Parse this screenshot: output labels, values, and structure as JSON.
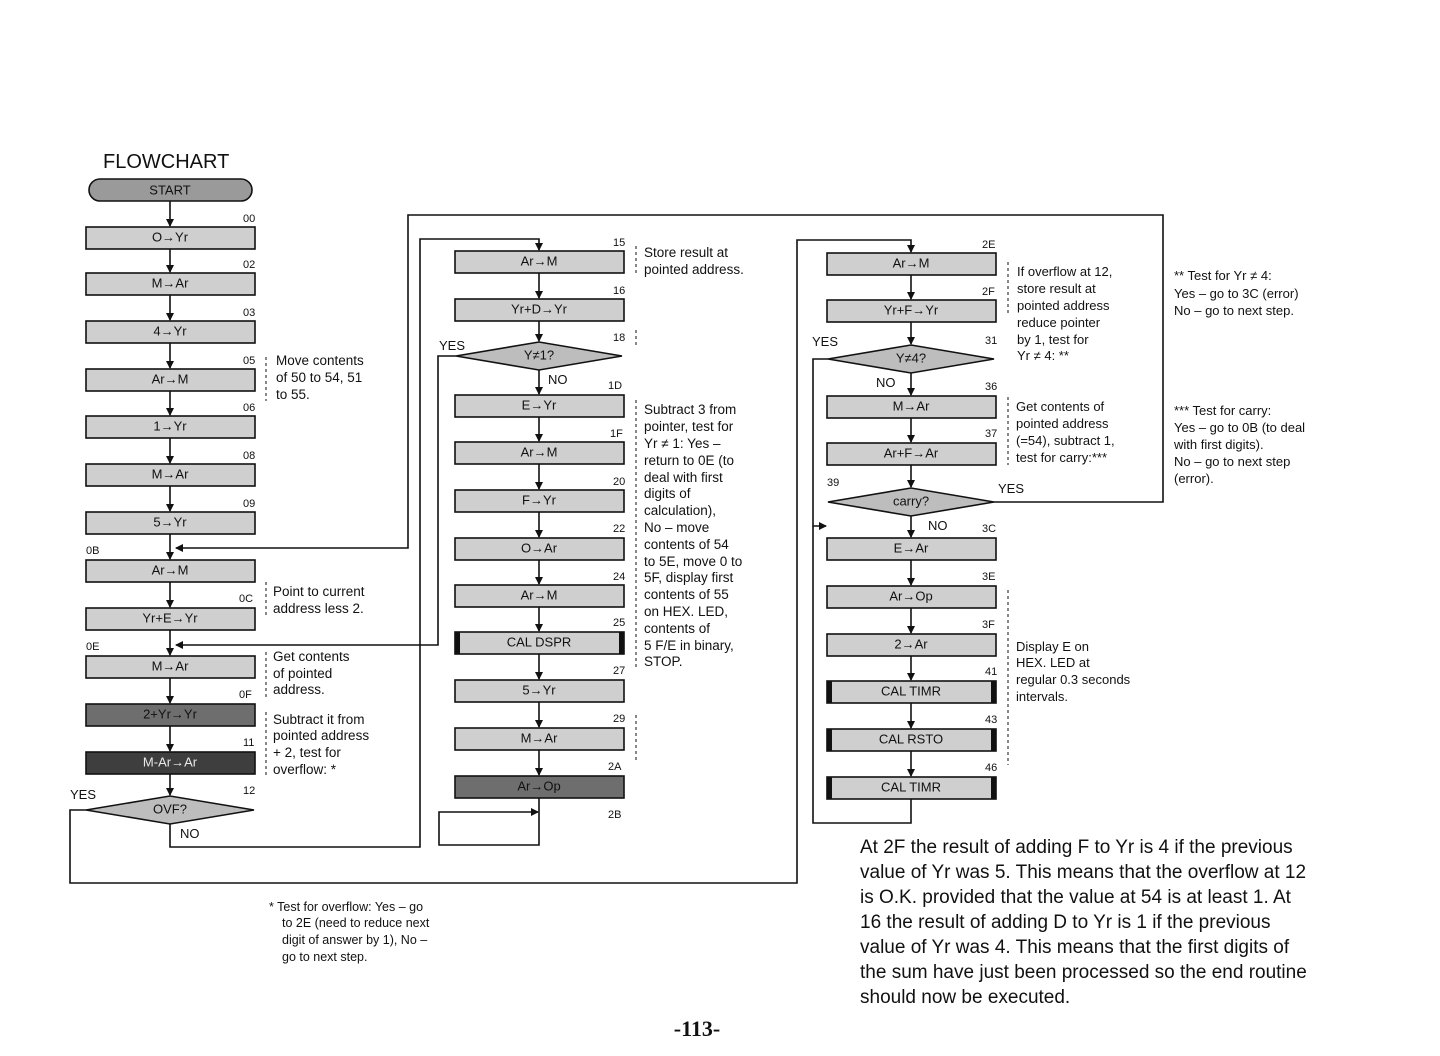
{
  "title": "FLOWCHART",
  "page_number": "-113-",
  "terminal": "START",
  "col1": {
    "steps": [
      {
        "addr": "00",
        "label": "O→Yr"
      },
      {
        "addr": "02",
        "label": "M→Ar"
      },
      {
        "addr": "03",
        "label": "4→Yr"
      },
      {
        "addr": "05",
        "label": "Ar→M"
      },
      {
        "addr": "06",
        "label": "1→Yr"
      },
      {
        "addr": "08",
        "label": "M→Ar"
      },
      {
        "addr": "09",
        "label": "5→Yr"
      },
      {
        "addr": "0B",
        "label": "Ar→M"
      },
      {
        "addr": "0C",
        "label": "Yr+E→Yr"
      },
      {
        "addr": "0E",
        "label": "M→Ar"
      },
      {
        "addr": "0F",
        "label": "2+Yr→Yr"
      },
      {
        "addr": "11",
        "label": "M-Ar→Ar"
      }
    ],
    "decision": {
      "addr": "12",
      "label": "OVF?",
      "yes": "YES",
      "no": "NO"
    }
  },
  "col2": {
    "steps": [
      {
        "addr": "15",
        "label": "Ar→M"
      },
      {
        "addr": "16",
        "label": "Yr+D→Yr"
      },
      {
        "addr": "1D",
        "label": "E→Yr"
      },
      {
        "addr": "1F",
        "label": "Ar→M"
      },
      {
        "addr": "20",
        "label": "F→Yr"
      },
      {
        "addr": "22",
        "label": "O→Ar"
      },
      {
        "addr": "24",
        "label": "Ar→M"
      },
      {
        "addr": "25",
        "label": "CAL DSPR"
      },
      {
        "addr": "27",
        "label": "5→Yr"
      },
      {
        "addr": "29",
        "label": "M→Ar"
      },
      {
        "addr": "2A",
        "label": "Ar→Op"
      }
    ],
    "decision": {
      "addr": "18",
      "label": "Y≠1?",
      "yes": "YES",
      "no": "NO"
    },
    "end_addr": "2B"
  },
  "col3": {
    "steps": [
      {
        "addr": "2E",
        "label": "Ar→M"
      },
      {
        "addr": "2F",
        "label": "Yr+F→Yr"
      },
      {
        "addr": "36",
        "label": "M→Ar"
      },
      {
        "addr": "37",
        "label": "Ar+F→Ar"
      },
      {
        "addr": "3C",
        "label": "E→Ar"
      },
      {
        "addr": "3E",
        "label": "Ar→Op"
      },
      {
        "addr": "3F",
        "label": "2→Ar"
      },
      {
        "addr": "41",
        "label": "CAL TIMR"
      },
      {
        "addr": "43",
        "label": "CAL RSTO"
      },
      {
        "addr": "46",
        "label": "CAL TIMR"
      }
    ],
    "decision1": {
      "addr": "31",
      "label": "Y≠4?",
      "yes": "YES",
      "no": "NO"
    },
    "decision2": {
      "addr": "39",
      "label": "carry?",
      "yes": "YES",
      "no": "NO"
    }
  },
  "notes": {
    "move": [
      "Move contents",
      "of 50 to 54, 51",
      "to 55."
    ],
    "point": [
      "Point to current",
      "address less 2."
    ],
    "get": [
      "Get contents",
      "of pointed",
      "address."
    ],
    "subtract": [
      "Subtract it from",
      "pointed address",
      "+ 2, test for",
      "overflow: *"
    ],
    "store": [
      "Store result at",
      "pointed address."
    ],
    "sub3": [
      "Subtract 3 from",
      "pointer, test for",
      "Yr ≠ 1: Yes –",
      "return to 0E (to",
      "deal with first",
      "digits of",
      "calculation),",
      "No – move",
      "contents of 54",
      "to 5E, move 0 to",
      "5F, display first",
      "contents of 55",
      "on HEX. LED,",
      "contents of",
      "5 F/E in binary,",
      "STOP."
    ],
    "ifoverflow": [
      "If overflow at 12,",
      "store result at",
      "pointed address",
      "reduce pointer",
      "by 1, test for",
      "Yr ≠ 4: **"
    ],
    "getcontents": [
      "Get contents of",
      "pointed address",
      "(=54), subtract 1,",
      "test for carry:***"
    ],
    "display": [
      "Display E on",
      "HEX. LED at",
      "regular 0.3 seconds",
      "intervals."
    ],
    "test2": [
      "** Test for Yr ≠ 4:",
      "Yes – go to 3C (error)",
      "No – go to next step."
    ],
    "test3": [
      "*** Test for carry:",
      "Yes – go to 0B (to deal",
      "with first digits).",
      "No – go to next step",
      "(error)."
    ],
    "footnote": [
      "* Test for overflow: Yes – go",
      "to 2E (need to reduce next",
      "digit of answer by 1), No –",
      "go to next step."
    ]
  },
  "paragraph": [
    "At 2F the result of adding F to Yr is 4 if the previous",
    "value of Yr was 5. This means that the overflow at 12",
    "is O.K. provided that the value at 54 is at least 1. At",
    "16 the result of adding D to Yr is 1 if the previous",
    "value of Yr was 4. This means that the first digits of",
    "the sum have just been processed so the end routine",
    "should now be executed."
  ]
}
